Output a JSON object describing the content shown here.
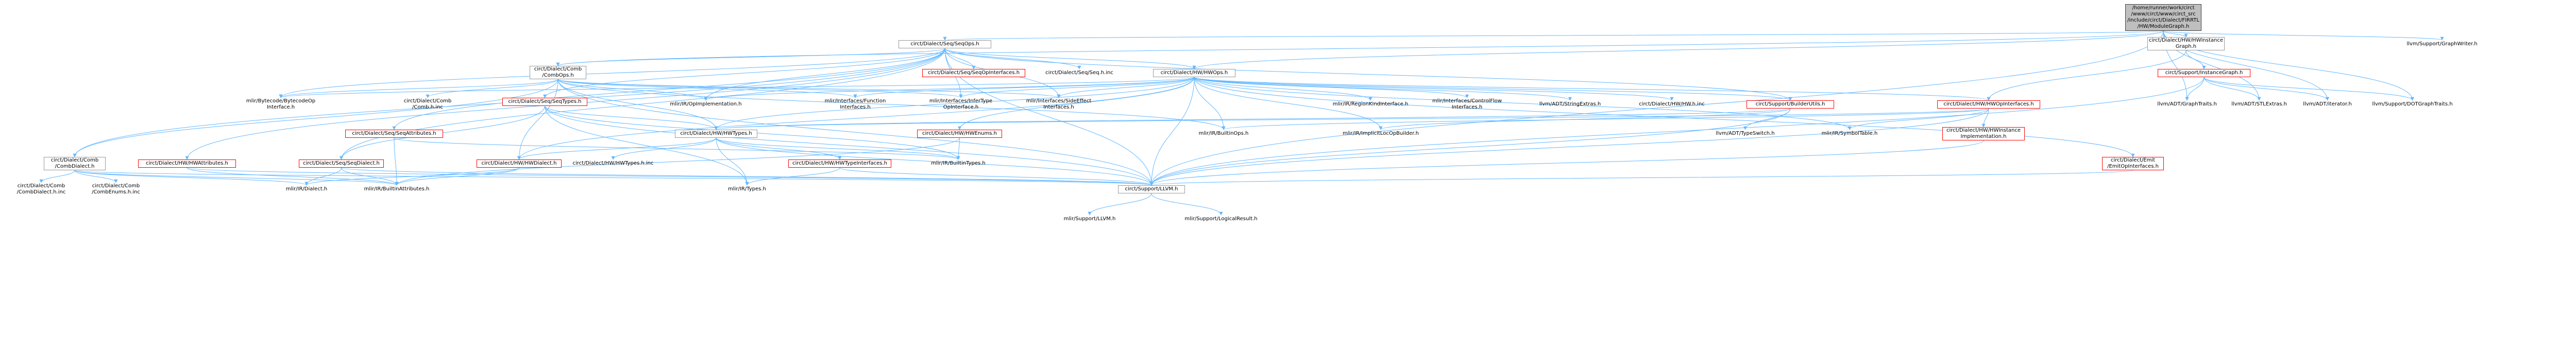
{
  "graph": {
    "nodes": [
      {
        "id": "root",
        "label": "/home/runner/work/circt\n/www/circt/www/circt_src\n/include/circt/Dialect/FIRRTL\n/HW/ModuleGraph.h",
        "kind": "root"
      },
      {
        "id": "seqops",
        "label": "circt/Dialect/Seq/SeqOps.h",
        "kind": "normal"
      },
      {
        "id": "hwinstgraph",
        "label": "circt/Dialect/HW/HWInstance\nGraph.h",
        "kind": "normal"
      },
      {
        "id": "graphwriter",
        "label": "llvm/Support/GraphWriter.h",
        "kind": "plain"
      },
      {
        "id": "combops",
        "label": "circt/Dialect/Comb\n/CombOps.h",
        "kind": "normal"
      },
      {
        "id": "seqopinterfaces",
        "label": "circt/Dialect/Seq/SeqOpInterfaces.h",
        "kind": "red"
      },
      {
        "id": "seqhinc",
        "label": "circt/Dialect/Seq/Seq.h.inc",
        "kind": "plain"
      },
      {
        "id": "hwops",
        "label": "circt/Dialect/HW/HWOps.h",
        "kind": "normal"
      },
      {
        "id": "instancegraph",
        "label": "circt/Support/InstanceGraph.h",
        "kind": "red"
      },
      {
        "id": "bytecodeopinterface",
        "label": "mlir/Bytecode/BytecodeOp\nInterface.h",
        "kind": "plain"
      },
      {
        "id": "combhinc",
        "label": "circt/Dialect/Comb\n/Comb.h.inc",
        "kind": "plain"
      },
      {
        "id": "seqtypes",
        "label": "circt/Dialect/Seq/SeqTypes.h",
        "kind": "red"
      },
      {
        "id": "opimpl",
        "label": "mlir/IR/OpImplementation.h",
        "kind": "plain"
      },
      {
        "id": "functioninterfaces",
        "label": "mlir/Interfaces/Function\nInterfaces.h",
        "kind": "plain"
      },
      {
        "id": "infertype",
        "label": "mlir/Interfaces/InferType\nOpInterface.h",
        "kind": "plain"
      },
      {
        "id": "sideeffect",
        "label": "mlir/Interfaces/SideEffect\nInterfaces.h",
        "kind": "plain"
      },
      {
        "id": "regionkind",
        "label": "mlir/IR/RegionKindInterface.h",
        "kind": "plain"
      },
      {
        "id": "controlflow",
        "label": "mlir/Interfaces/ControlFlow\nInterfaces.h",
        "kind": "plain"
      },
      {
        "id": "stringextras",
        "label": "llvm/ADT/StringExtras.h",
        "kind": "plain"
      },
      {
        "id": "hwhinc",
        "label": "circt/Dialect/HW/HW.h.inc",
        "kind": "plain"
      },
      {
        "id": "builderutils",
        "label": "circt/Support/BuilderUtils.h",
        "kind": "red"
      },
      {
        "id": "hwopinterfaces",
        "label": "circt/Dialect/HW/HWOpInterfaces.h",
        "kind": "red"
      },
      {
        "id": "graphtraits",
        "label": "llvm/ADT/GraphTraits.h",
        "kind": "plain"
      },
      {
        "id": "stlextras",
        "label": "llvm/ADT/STLExtras.h",
        "kind": "plain"
      },
      {
        "id": "iterator",
        "label": "llvm/ADT/iterator.h",
        "kind": "plain"
      },
      {
        "id": "dotgraphtraits",
        "label": "llvm/Support/DOTGraphTraits.h",
        "kind": "plain"
      },
      {
        "id": "seqattributes",
        "label": "circt/Dialect/Seq/SeqAttributes.h",
        "kind": "red"
      },
      {
        "id": "hwtypes",
        "label": "circt/Dialect/HW/HWTypes.h",
        "kind": "normal"
      },
      {
        "id": "hwenums",
        "label": "circt/Dialect/HW/HWEnums.h",
        "kind": "red"
      },
      {
        "id": "builtinops",
        "label": "mlir/IR/BuiltinOps.h",
        "kind": "plain"
      },
      {
        "id": "implicitlocop",
        "label": "mlir/IR/ImplicitLocOpBuilder.h",
        "kind": "plain"
      },
      {
        "id": "typeswitch",
        "label": "llvm/ADT/TypeSwitch.h",
        "kind": "plain"
      },
      {
        "id": "symboltable",
        "label": "mlir/IR/SymbolTable.h",
        "kind": "plain"
      },
      {
        "id": "hwinstimpl",
        "label": "circt/Dialect/HW/HWInstance\nImplementation.h",
        "kind": "red"
      },
      {
        "id": "emitopinterfaces",
        "label": "circt/Dialect/Emit\n/EmitOpInterfaces.h",
        "kind": "red"
      },
      {
        "id": "combdialect",
        "label": "circt/Dialect/Comb\n/CombDialect.h",
        "kind": "normal"
      },
      {
        "id": "hwattributes",
        "label": "circt/Dialect/HW/HWAttributes.h",
        "kind": "red"
      },
      {
        "id": "seqdialect",
        "label": "circt/Dialect/Seq/SeqDialect.h",
        "kind": "red"
      },
      {
        "id": "hwdialect",
        "label": "circt/Dialect/HW/HWDialect.h",
        "kind": "red"
      },
      {
        "id": "hwtypeshinc",
        "label": "circt/Dialect/HW/HWTypes.h.inc",
        "kind": "plain"
      },
      {
        "id": "hwtypeinterfaces",
        "label": "circt/Dialect/HW/HWTypeInterfaces.h",
        "kind": "red"
      },
      {
        "id": "builtintypes",
        "label": "mlir/IR/BuiltinTypes.h",
        "kind": "plain"
      },
      {
        "id": "combdialecthinc",
        "label": "circt/Dialect/Comb\n/CombDialect.h.inc",
        "kind": "plain"
      },
      {
        "id": "combenumshinc",
        "label": "circt/Dialect/Comb\n/CombEnums.h.inc",
        "kind": "plain"
      },
      {
        "id": "mlirdialect",
        "label": "mlir/IR/Dialect.h",
        "kind": "plain"
      },
      {
        "id": "builtinattributes",
        "label": "mlir/IR/BuiltinAttributes.h",
        "kind": "plain"
      },
      {
        "id": "mlirtypes",
        "label": "mlir/IR/Types.h",
        "kind": "plain"
      },
      {
        "id": "circtllvm",
        "label": "circt/Support/LLVM.h",
        "kind": "normal"
      },
      {
        "id": "mlirllvm",
        "label": "mlir/Support/LLVM.h",
        "kind": "plain"
      },
      {
        "id": "logicalresult",
        "label": "mlir/Support/LogicalResult.h",
        "kind": "plain"
      }
    ]
  }
}
